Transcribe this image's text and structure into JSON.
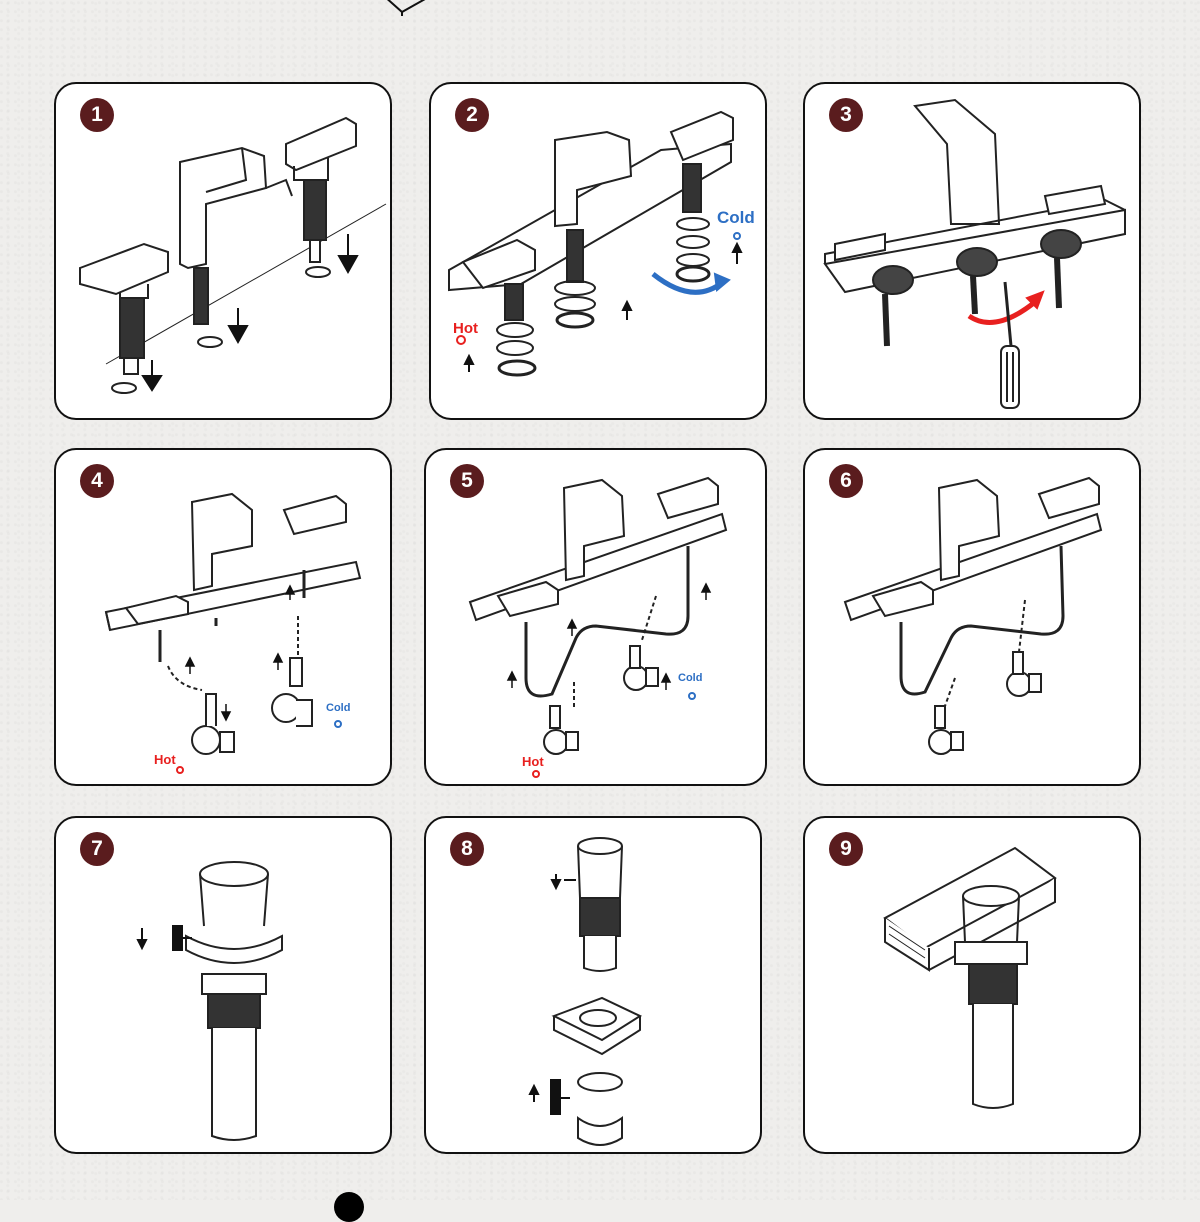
{
  "colors": {
    "badge": "#5a1c1e",
    "hot": "#e8201f",
    "cold": "#2d6fc4",
    "border": "#111111"
  },
  "steps": [
    {
      "number": "1",
      "labels": []
    },
    {
      "number": "2",
      "labels": [
        "Hot",
        "Cold"
      ]
    },
    {
      "number": "3",
      "labels": []
    },
    {
      "number": "4",
      "labels": [
        "Hot",
        "Cold"
      ]
    },
    {
      "number": "5",
      "labels": [
        "Hot",
        "Cold"
      ]
    },
    {
      "number": "6",
      "labels": []
    },
    {
      "number": "7",
      "labels": []
    },
    {
      "number": "8",
      "labels": []
    },
    {
      "number": "9",
      "labels": []
    }
  ]
}
